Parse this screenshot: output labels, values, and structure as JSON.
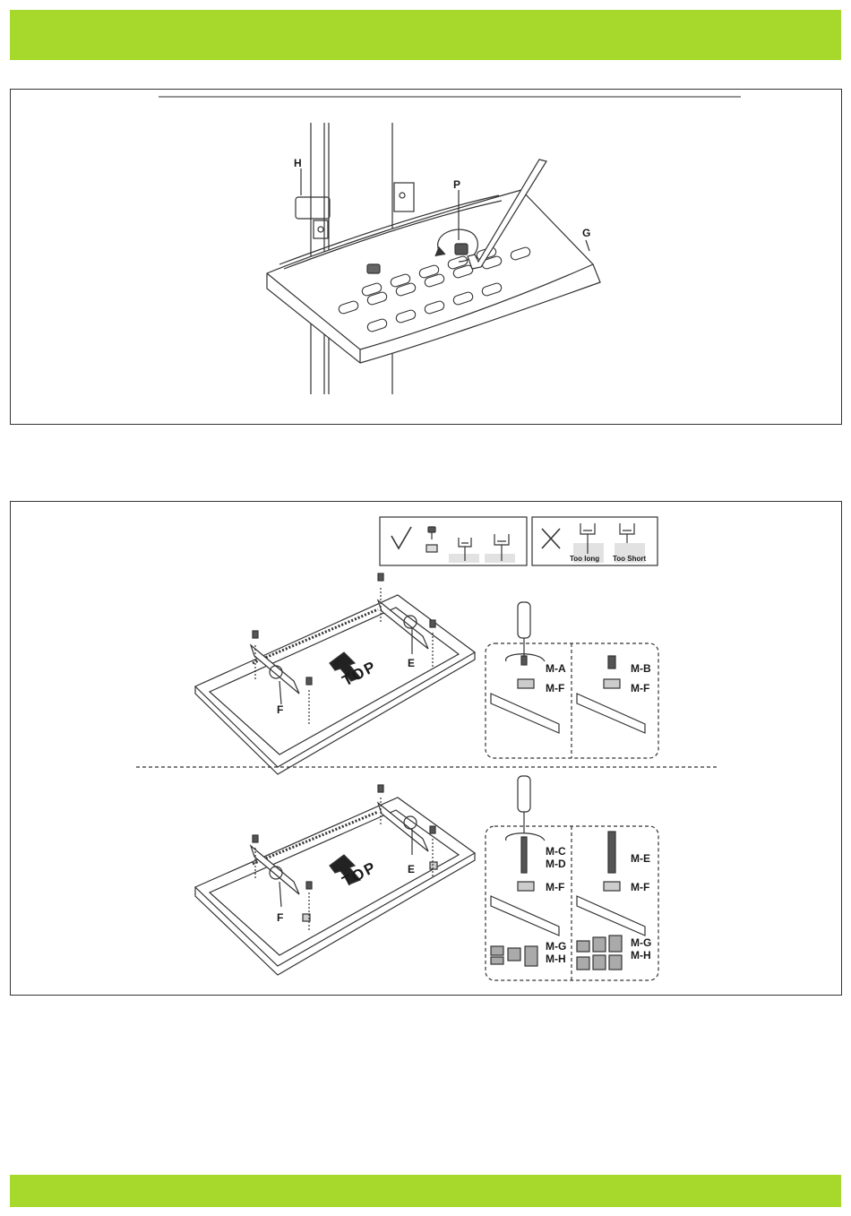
{
  "colors": {
    "band": "#a6d92b",
    "line": "#333333"
  },
  "shelf_figure": {
    "label_h": "H",
    "label_p": "P",
    "label_g": "G"
  },
  "check_box": {
    "ok_icon": "check-icon",
    "bad_icon": "cross-icon",
    "too_long": "Too long",
    "too_short": "Too Short"
  },
  "tv_upper": {
    "top_label": "TOP",
    "label_e": "E",
    "label_f": "F",
    "left_detail": {
      "screw": "M-A",
      "washer": "M-F"
    },
    "right_detail": {
      "screw": "M-B",
      "washer": "M-F"
    }
  },
  "tv_lower": {
    "top_label": "TOP",
    "label_e": "E",
    "label_f": "F",
    "left_detail": {
      "screw_1": "M-C",
      "screw_2": "M-D",
      "washer": "M-F",
      "spacer_1": "M-G",
      "spacer_2": "M-H"
    },
    "right_detail": {
      "screw": "M-E",
      "washer": "M-F",
      "spacer_1": "M-G",
      "spacer_2": "M-H"
    }
  }
}
